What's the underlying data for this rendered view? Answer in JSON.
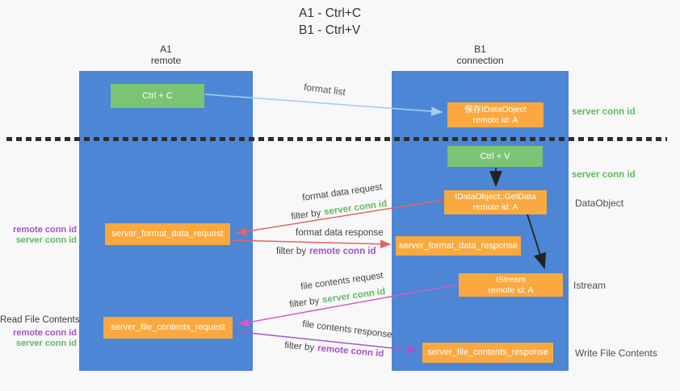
{
  "title": {
    "line1": "A1 - Ctrl+C",
    "line2": "B1 - Ctrl+V"
  },
  "lanes": [
    {
      "name": "A1",
      "subtitle": "remote"
    },
    {
      "name": "B1",
      "subtitle": "connection"
    }
  ],
  "nodes": {
    "ctrl_c": {
      "label": "Ctrl + C"
    },
    "ctrl_v": {
      "label": "Ctrl + V"
    },
    "save_idataobject": {
      "line1": "保存IDataObject",
      "line2": "remote id: A"
    },
    "getdata": {
      "line1": "IDataObject::GetData",
      "line2": "remote id: A"
    },
    "istream": {
      "line1": "IStream",
      "line2": "remote id: A"
    },
    "format_request": {
      "label": "server_format_data_request"
    },
    "format_response": {
      "label": "server_format_data_response"
    },
    "file_request": {
      "label": "server_file_contents_request"
    },
    "file_response": {
      "label": "server_file_contents_response"
    }
  },
  "edge_labels": {
    "format_list": "format list",
    "format_data_request": "format data request",
    "format_data_response": "format data response",
    "file_contents_request": "file contents request",
    "file_contents_response": "file contents response",
    "filter_prefix": "filter by",
    "server_conn_id": "server conn id",
    "remote_conn_id": "remote conn id"
  },
  "right_labels": {
    "server_conn_id_1": "server conn id",
    "server_conn_id_2": "server conn id",
    "dataobject": "DataObject",
    "istream": "Istream",
    "write_file_contents": "Write File Contents"
  },
  "left_labels": {
    "remote_conn_id_1": "remote conn id",
    "server_conn_id_1": "server conn id",
    "read_file_contents": "Read File Contents",
    "remote_conn_id_2": "remote conn id",
    "server_conn_id_2": "server conn id"
  },
  "colors": {
    "lane_blue": "#4c86d4",
    "node_green": "#7ac474",
    "node_orange": "#f9a93f",
    "arrow_light_blue": "#a8cef0",
    "arrow_red": "#e06666",
    "arrow_pink": "#d35cc5",
    "arrow_purple": "#a855c8",
    "arrow_black": "#222222",
    "server_conn_green": "#62b862",
    "remote_conn_purple": "#a74fc9"
  }
}
